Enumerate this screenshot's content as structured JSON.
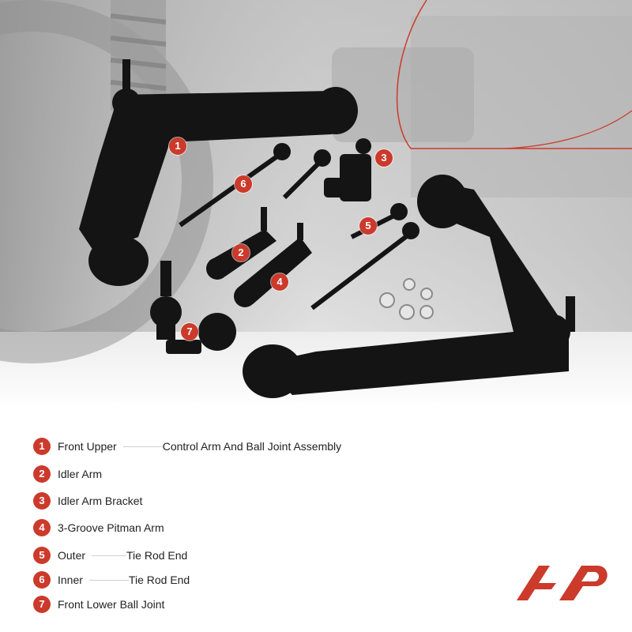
{
  "colors": {
    "accent": "#cc3a2b",
    "part_black": "#141414",
    "text": "#222222"
  },
  "markers": [
    {
      "number": "1"
    },
    {
      "number": "2"
    },
    {
      "number": "3"
    },
    {
      "number": "4"
    },
    {
      "number": "5"
    },
    {
      "number": "6"
    },
    {
      "number": "7"
    }
  ],
  "legend": [
    {
      "number": "1",
      "label": "Front Upper",
      "label2": "Control Arm And Ball Joint Assembly"
    },
    {
      "number": "2",
      "label": "Idler Arm",
      "label2": ""
    },
    {
      "number": "3",
      "label": "Idler Arm Bracket",
      "label2": ""
    },
    {
      "number": "4",
      "label": "3-Groove Pitman Arm",
      "label2": ""
    },
    {
      "number": "5",
      "label": "Outer",
      "label2": "Tie Rod End"
    },
    {
      "number": "6",
      "label": "Inner",
      "label2": "Tie Rod End"
    },
    {
      "number": "7",
      "label": "Front Lower Ball Joint",
      "label2": ""
    }
  ],
  "logo_icon": "brand-logo-icon"
}
